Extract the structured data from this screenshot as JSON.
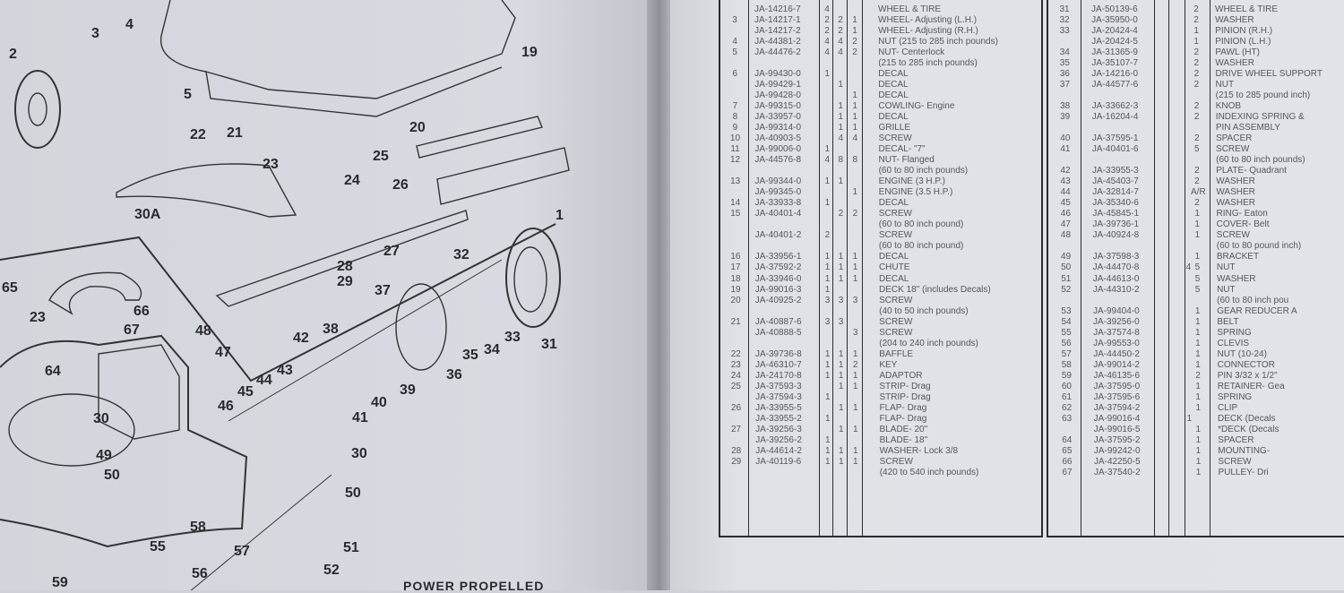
{
  "diagram": {
    "caption": "POWER PROPELLED",
    "callouts": [
      "2",
      "3",
      "4",
      "5",
      "19",
      "21",
      "22",
      "20",
      "23",
      "24",
      "25",
      "26",
      "30A",
      "27",
      "28",
      "29",
      "1",
      "32",
      "65",
      "23",
      "66",
      "67",
      "48",
      "47",
      "64",
      "42",
      "38",
      "37",
      "36",
      "35",
      "34",
      "33",
      "31",
      "43",
      "44",
      "45",
      "46",
      "40",
      "39",
      "41",
      "30",
      "49",
      "50",
      "30",
      "50",
      "58",
      "57",
      "55",
      "56",
      "51",
      "52",
      "59"
    ]
  },
  "parts_table_left": {
    "rows": [
      [
        "",
        "JA-14216-7",
        "4",
        "",
        "",
        "WHEEL & TIRE"
      ],
      [
        "3",
        "JA-14217-1",
        "2",
        "2",
        "1",
        "WHEEL- Adjusting (L.H.)"
      ],
      [
        "",
        "JA-14217-2",
        "2",
        "2",
        "1",
        "WHEEL- Adjusting (R.H.)"
      ],
      [
        "4",
        "JA-44381-2",
        "4",
        "4",
        "2",
        "NUT (215 to 285 inch pounds)"
      ],
      [
        "5",
        "JA-44476-2",
        "4",
        "4",
        "2",
        "NUT- Centerlock"
      ],
      [
        "",
        "",
        "",
        "",
        "",
        "(215 to 285 inch pounds)"
      ],
      [
        "6",
        "JA-99430-0",
        "1",
        "",
        "",
        "DECAL"
      ],
      [
        "",
        "JA-99429-1",
        "",
        "1",
        "",
        "DECAL"
      ],
      [
        "",
        "JA-99428-0",
        "",
        "",
        "1",
        "DECAL"
      ],
      [
        "7",
        "JA-99315-0",
        "",
        "1",
        "1",
        "COWLING- Engine"
      ],
      [
        "8",
        "JA-33957-0",
        "",
        "1",
        "1",
        "DECAL"
      ],
      [
        "9",
        "JA-99314-0",
        "",
        "1",
        "1",
        "GRILLE"
      ],
      [
        "10",
        "JA-40903-5",
        "",
        "4",
        "4",
        "SCREW"
      ],
      [
        "11",
        "JA-99006-0",
        "1",
        "",
        "",
        "DECAL- \"7\""
      ],
      [
        "12",
        "JA-44576-8",
        "4",
        "8",
        "8",
        "NUT- Flanged"
      ],
      [
        "",
        "",
        "",
        "",
        "",
        "(60 to 80 inch pounds)"
      ],
      [
        "13",
        "JA-99344-0",
        "1",
        "1",
        "",
        "ENGINE (3 H.P.)"
      ],
      [
        "",
        "JA-99345-0",
        "",
        "",
        "1",
        "ENGINE (3.5 H.P.)"
      ],
      [
        "14",
        "JA-33933-8",
        "1",
        "",
        "",
        "DECAL"
      ],
      [
        "15",
        "JA-40401-4",
        "",
        "2",
        "2",
        "SCREW"
      ],
      [
        "",
        "",
        "",
        "",
        "",
        "(60 to 80 inch pound)"
      ],
      [
        "",
        "JA-40401-2",
        "2",
        "",
        "",
        "SCREW"
      ],
      [
        "",
        "",
        "",
        "",
        "",
        "(60 to 80 inch pound)"
      ],
      [
        "16",
        "JA-33956-1",
        "1",
        "1",
        "1",
        "DECAL"
      ],
      [
        "17",
        "JA-37592-2",
        "1",
        "1",
        "1",
        "CHUTE"
      ],
      [
        "18",
        "JA-33946-0",
        "1",
        "1",
        "1",
        "DECAL"
      ],
      [
        "19",
        "JA-99016-3",
        "1",
        "",
        "",
        "DECK 18\" (includes Decals)"
      ],
      [
        "20",
        "JA-40925-2",
        "3",
        "3",
        "3",
        "SCREW"
      ],
      [
        "",
        "",
        "",
        "",
        "",
        "(40 to 50 inch pounds)"
      ],
      [
        "21",
        "JA-40887-6",
        "3",
        "3",
        "",
        "SCREW"
      ],
      [
        "",
        "JA-40888-5",
        "",
        "",
        "3",
        "SCREW"
      ],
      [
        "",
        "",
        "",
        "",
        "",
        "(204 to 240 inch pounds)"
      ],
      [
        "22",
        "JA-39736-8",
        "1",
        "1",
        "1",
        "BAFFLE"
      ],
      [
        "23",
        "JA-46310-7",
        "1",
        "1",
        "2",
        "KEY"
      ],
      [
        "24",
        "JA-24170-8",
        "1",
        "1",
        "1",
        "ADAPTOR"
      ],
      [
        "25",
        "JA-37593-3",
        "",
        "1",
        "1",
        "STRIP- Drag"
      ],
      [
        "",
        "JA-37594-3",
        "1",
        "",
        "",
        "STRIP- Drag"
      ],
      [
        "26",
        "JA-33955-5",
        "",
        "1",
        "1",
        "FLAP- Drag"
      ],
      [
        "",
        "JA-33955-2",
        "1",
        "",
        "",
        "FLAP- Drag"
      ],
      [
        "27",
        "JA-39256-3",
        "",
        "1",
        "1",
        "BLADE- 20\""
      ],
      [
        "",
        "JA-39256-2",
        "1",
        "",
        "",
        "BLADE- 18\""
      ],
      [
        "28",
        "JA-44614-2",
        "1",
        "1",
        "1",
        "WASHER- Lock 3/8"
      ],
      [
        "29",
        "JA-40119-6",
        "1",
        "1",
        "1",
        "SCREW"
      ],
      [
        "",
        "",
        "",
        "",
        "",
        "(420 to 540 inch pounds)"
      ]
    ]
  },
  "parts_table_right": {
    "rows": [
      [
        "31",
        "JA-50139-6",
        "",
        "2",
        "WHEEL & TIRE"
      ],
      [
        "32",
        "JA-35950-0",
        "",
        "2",
        "WASHER"
      ],
      [
        "33",
        "JA-20424-4",
        "",
        "1",
        "PINION (R.H.)"
      ],
      [
        "",
        "JA-20424-5",
        "",
        "1",
        "PINION (L.H.)"
      ],
      [
        "34",
        "JA-31365-9",
        "",
        "2",
        "PAWL (HT)"
      ],
      [
        "35",
        "JA-35107-7",
        "",
        "2",
        "WASHER"
      ],
      [
        "36",
        "JA-14216-0",
        "",
        "2",
        "DRIVE WHEEL SUPPORT"
      ],
      [
        "37",
        "JA-44577-6",
        "",
        "2",
        "NUT"
      ],
      [
        "",
        "",
        "",
        "",
        "(215 to 285 pound inch)"
      ],
      [
        "38",
        "JA-33662-3",
        "",
        "2",
        "KNOB"
      ],
      [
        "39",
        "JA-16204-4",
        "",
        "2",
        "INDEXING SPRING &"
      ],
      [
        "",
        "",
        "",
        "",
        "PIN ASSEMBLY"
      ],
      [
        "40",
        "JA-37595-1",
        "",
        "2",
        "SPACER"
      ],
      [
        "41",
        "JA-40401-6",
        "",
        "5",
        "SCREW"
      ],
      [
        "",
        "",
        "",
        "",
        "(60 to 80 inch pounds)"
      ],
      [
        "42",
        "JA-33955-3",
        "",
        "2",
        "PLATE- Quadrant"
      ],
      [
        "43",
        "JA-45403-7",
        "",
        "2",
        "WASHER"
      ],
      [
        "44",
        "JA-32814-7",
        "",
        "A/R",
        "WASHER"
      ],
      [
        "45",
        "JA-35340-6",
        "",
        "2",
        "WASHER"
      ],
      [
        "46",
        "JA-45845-1",
        "",
        "1",
        "RING- Eaton"
      ],
      [
        "47",
        "JA-39736-1",
        "",
        "1",
        "COVER- Belt"
      ],
      [
        "48",
        "JA-40924-8",
        "",
        "1",
        "SCREW"
      ],
      [
        "",
        "",
        "",
        "",
        "(60 to 80 pound inch)"
      ],
      [
        "49",
        "JA-37598-3",
        "",
        "1",
        "BRACKET"
      ],
      [
        "50",
        "JA-44470-8",
        "4",
        "5",
        "NUT"
      ],
      [
        "51",
        "JA-44613-0",
        "",
        "5",
        "WASHER"
      ],
      [
        "52",
        "JA-44310-2",
        "",
        "5",
        "NUT"
      ],
      [
        "",
        "",
        "",
        "",
        "(60 to 80 inch pou"
      ],
      [
        "53",
        "JA-99404-0",
        "",
        "1",
        "GEAR REDUCER A"
      ],
      [
        "54",
        "JA-39256-0",
        "",
        "1",
        "BELT"
      ],
      [
        "55",
        "JA-37574-8",
        "",
        "1",
        "SPRING"
      ],
      [
        "56",
        "JA-99553-0",
        "",
        "1",
        "CLEVIS"
      ],
      [
        "57",
        "JA-44450-2",
        "",
        "1",
        "NUT (10-24)"
      ],
      [
        "58",
        "JA-99014-2",
        "",
        "1",
        "CONNECTOR"
      ],
      [
        "59",
        "JA-46135-6",
        "",
        "2",
        "PIN 3/32 x 1/2\""
      ],
      [
        "60",
        "JA-37595-0",
        "",
        "1",
        "RETAINER- Gea"
      ],
      [
        "61",
        "JA-37595-6",
        "",
        "1",
        "SPRING"
      ],
      [
        "62",
        "JA-37594-2",
        "",
        "1",
        "CLIP"
      ],
      [
        "63",
        "JA-99016-4",
        "1",
        "",
        "DECK (Decals"
      ],
      [
        "",
        "JA-99016-5",
        "",
        "1",
        "*DECK (Decals"
      ],
      [
        "64",
        "JA-37595-2",
        "",
        "1",
        "SPACER"
      ],
      [
        "65",
        "JA-99242-0",
        "",
        "1",
        "MOUNTING-"
      ],
      [
        "66",
        "JA-42250-5",
        "",
        "1",
        "SCREW"
      ],
      [
        "67",
        "JA-37540-2",
        "",
        "1",
        "PULLEY- Dri"
      ]
    ]
  }
}
